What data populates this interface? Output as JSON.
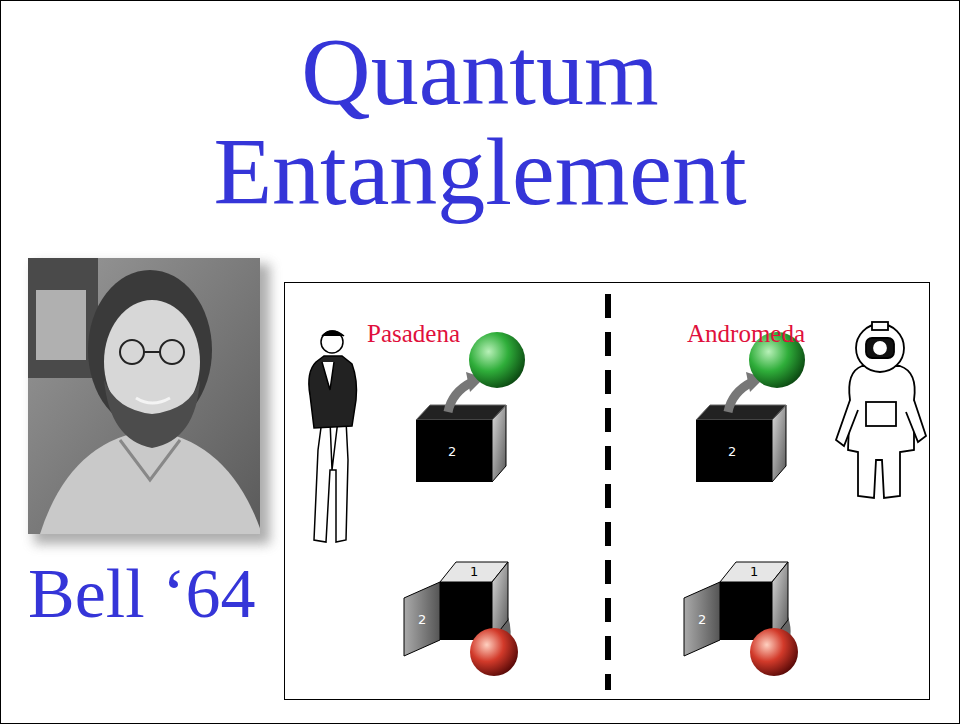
{
  "diagram": {
    "title": "Quantum Entanglement",
    "nodes": [
      {
        "text": [
          "Pasadena",
          "Andromeda"
        ]
      }
    ],
    "labels": [
      "Bell ‘64",
      "2",
      "2",
      "1",
      "2",
      "1",
      "2"
    ]
  }
}
